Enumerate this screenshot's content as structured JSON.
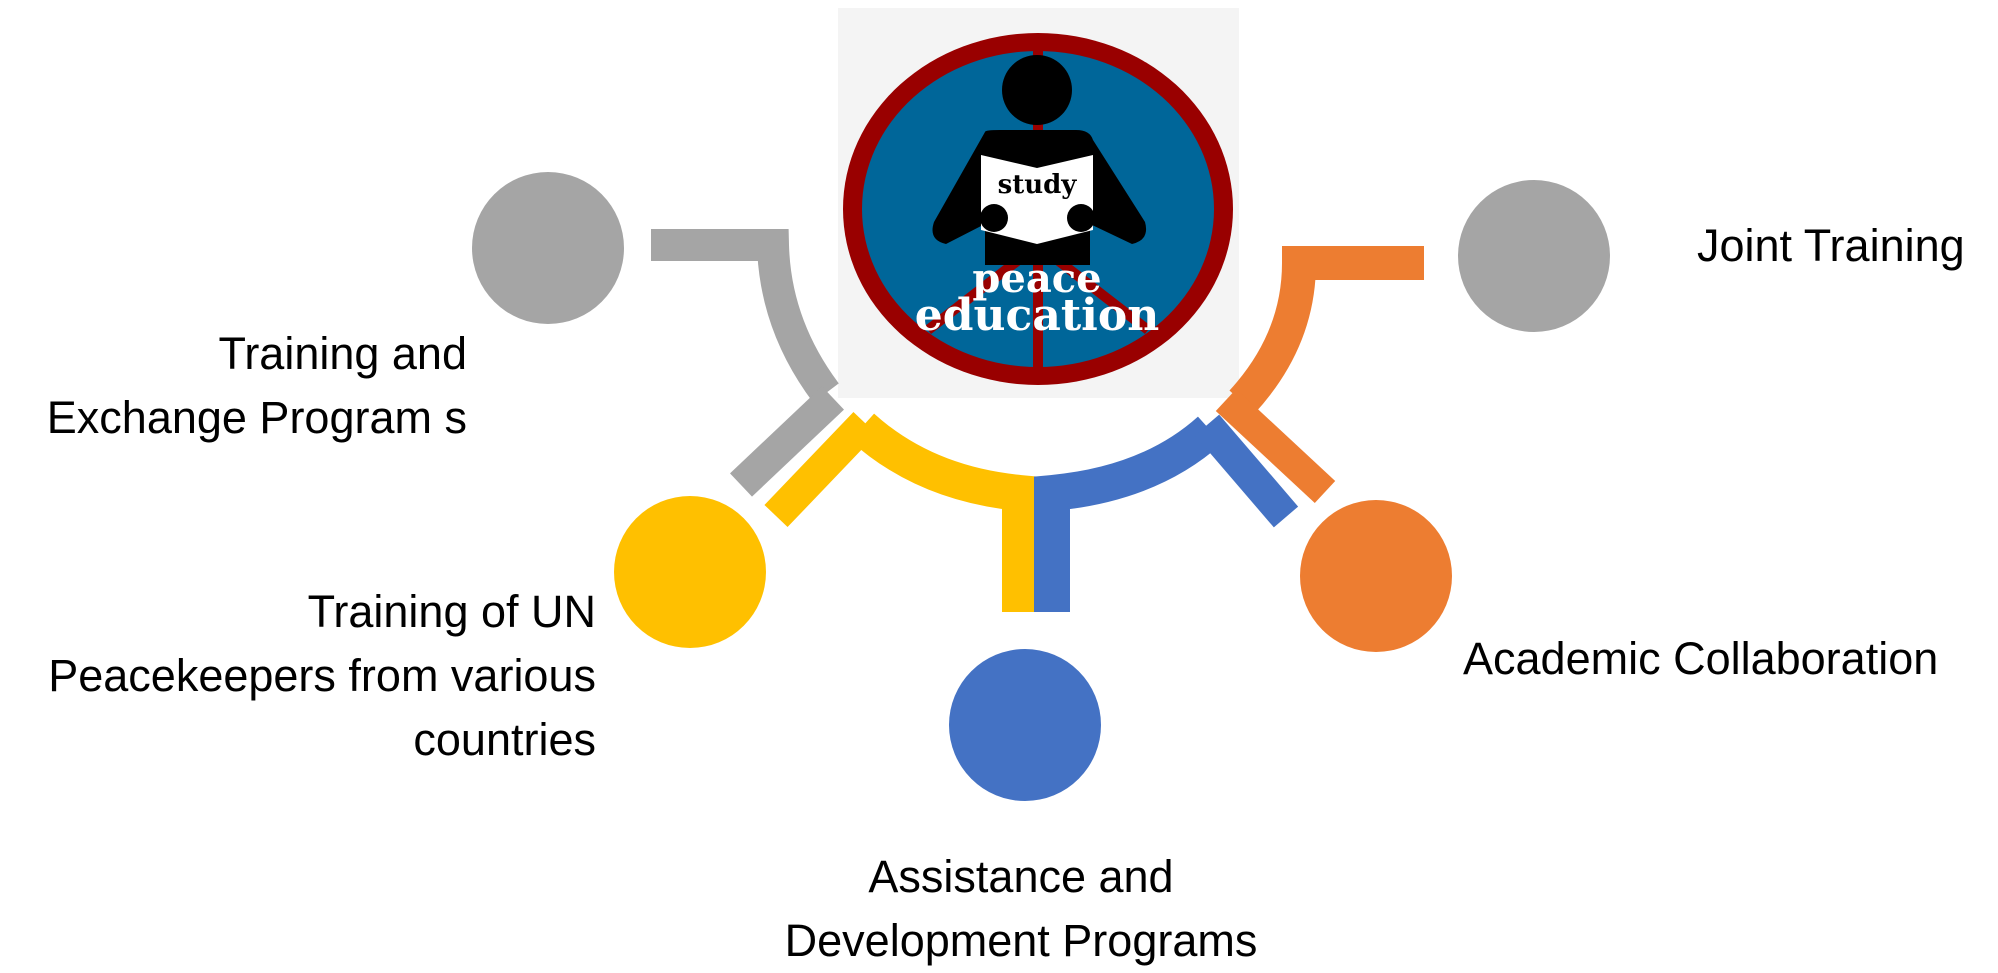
{
  "logo": {
    "study": "study",
    "peace": "peace",
    "education": "education"
  },
  "colors": {
    "gray": "#A5A5A5",
    "yellow": "#FFC000",
    "blue": "#4472C4",
    "orange": "#ED7D31",
    "logo_blue": "#006699",
    "logo_red": "#990000",
    "logo_bg": "#F4F4F4"
  },
  "nodes": {
    "joint_training": {
      "lines": [
        "Joint Training"
      ]
    },
    "training_exchange": {
      "lines": [
        "Training and",
        "Exchange Program s"
      ]
    },
    "un_peacekeepers": {
      "lines": [
        "Training of UN",
        "Peacekeepers from various",
        "countries"
      ]
    },
    "assistance": {
      "lines": [
        "Assistance and",
        "Development Programs"
      ]
    },
    "academic": {
      "lines": [
        "Academic Collaboration"
      ]
    }
  }
}
